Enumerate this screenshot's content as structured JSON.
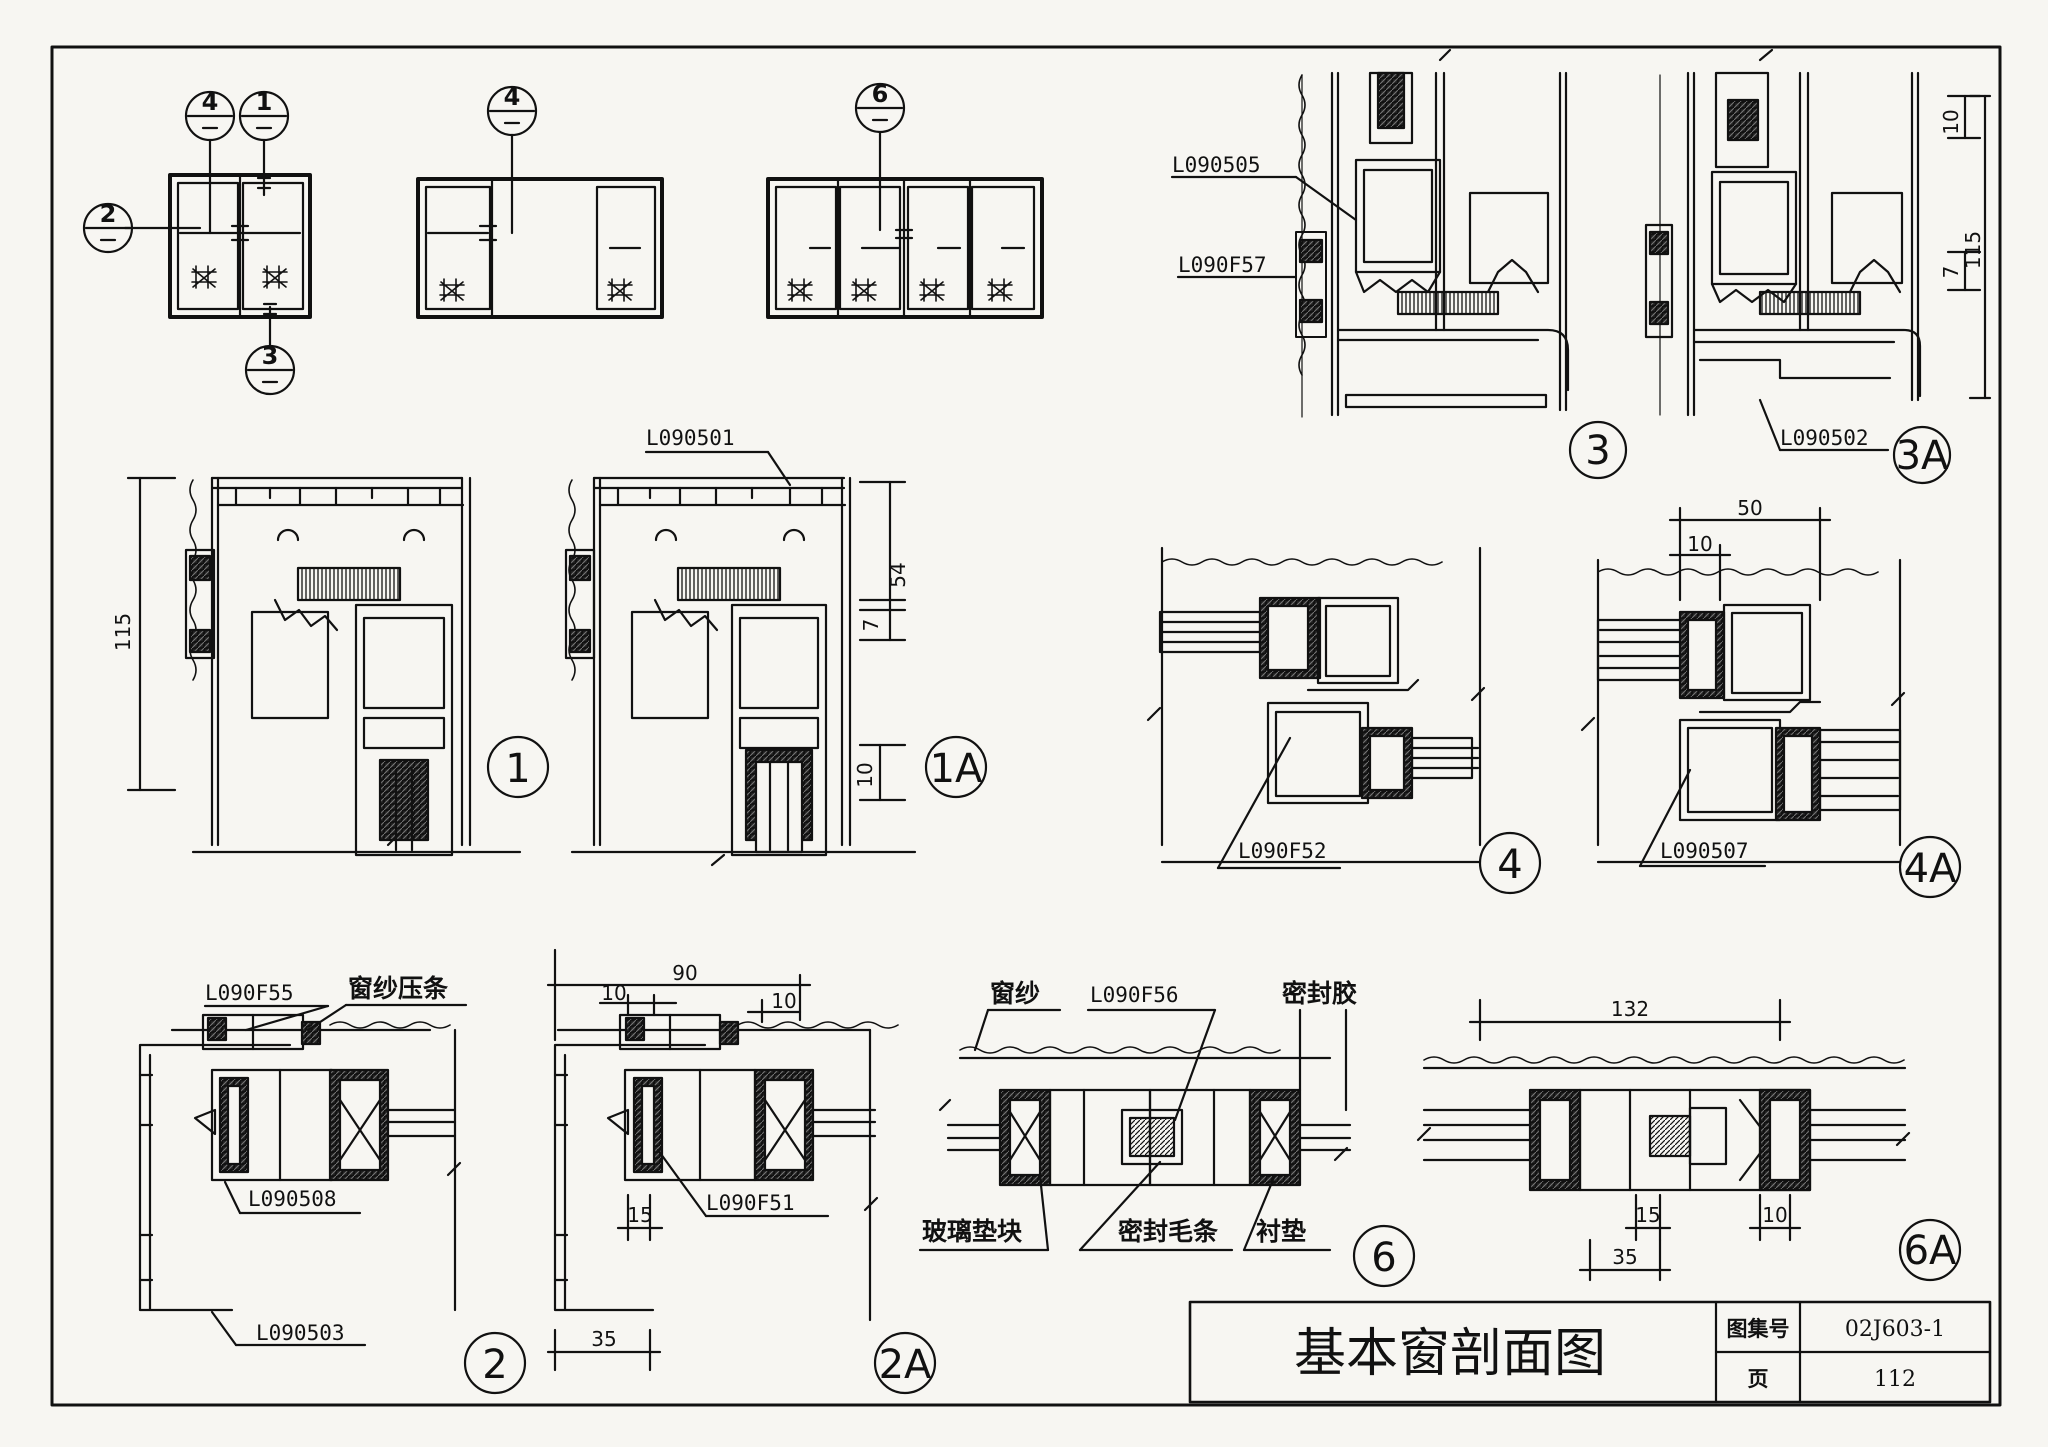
{
  "drawing": {
    "elevations": {
      "markers": [
        "4",
        "1",
        "2",
        "3",
        "4",
        "6"
      ]
    },
    "sections": [
      {
        "id": "1",
        "label": "1"
      },
      {
        "id": "1A",
        "label": "1A"
      },
      {
        "id": "2",
        "label": "2"
      },
      {
        "id": "2A",
        "label": "2A"
      },
      {
        "id": "3",
        "label": "3"
      },
      {
        "id": "3A",
        "label": "3A"
      },
      {
        "id": "4",
        "label": "4"
      },
      {
        "id": "4A",
        "label": "4A"
      },
      {
        "id": "6",
        "label": "6"
      },
      {
        "id": "6A",
        "label": "6A"
      }
    ],
    "part_codes": {
      "l090501": "L090501",
      "l090502": "L090502",
      "l090503": "L090503",
      "l090505": "L090505",
      "l090507": "L090507",
      "l090508": "L090508",
      "l090f51": "L090F51",
      "l090f52": "L090F52",
      "l090f55": "L090F55",
      "l090f56": "L090F56",
      "l090f57": "L090F57"
    },
    "text_labels": {
      "screen_bead": "窗纱压条",
      "screen": "窗纱",
      "sealant": "密封胶",
      "glass_block": "玻璃垫块",
      "brush_strip": "密封毛条",
      "liner": "衬垫"
    },
    "dimensions": {
      "d115_1": "115",
      "d54": "54",
      "d7_1": "7",
      "d10_1": "10",
      "d10_3": "10",
      "d7_3": "7",
      "d115_3": "115",
      "d50": "50",
      "d10_4": "10",
      "d90": "90",
      "d10_2a_a": "10",
      "d10_2a_b": "10",
      "d15_2a": "15",
      "d35_2a": "35",
      "d132": "132",
      "d15_6a": "15",
      "d10_6a": "10",
      "d35_6a": "35"
    }
  },
  "title_block": {
    "title": "基本窗剖面图",
    "atlas_label": "图集号",
    "atlas_no": "02J603-1",
    "page_label": "页",
    "page_no": "112"
  }
}
